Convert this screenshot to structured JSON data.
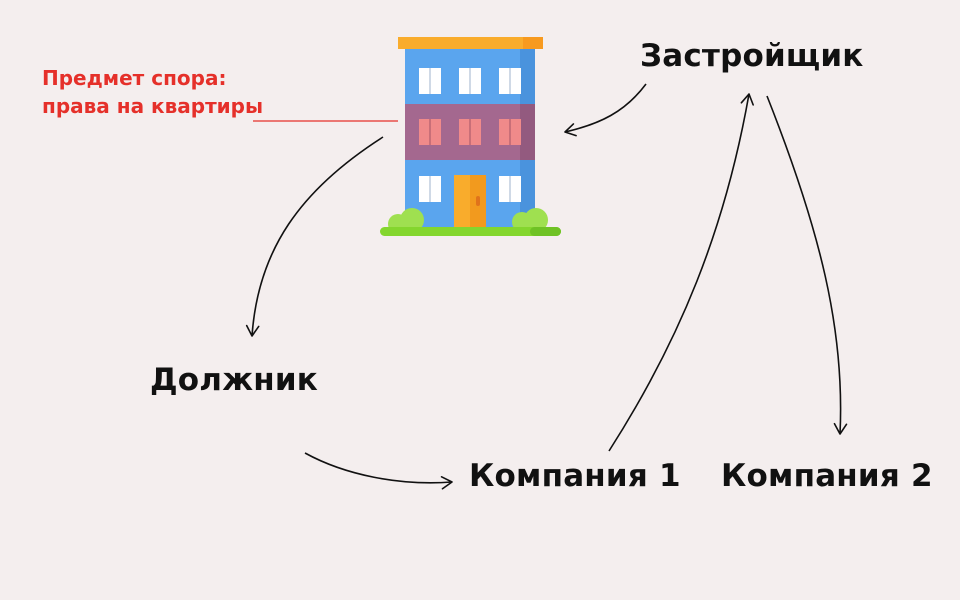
{
  "nodes": {
    "developer": "Застройщик",
    "debtor": "Должник",
    "company1": "Компания 1",
    "company2": "Компания 2"
  },
  "dispute_label": {
    "line1": "Предмет спора:",
    "line2": "права на квартиры"
  },
  "colors": {
    "background": "#f4eeee",
    "text": "#111111",
    "accent_red": "#e5302a",
    "building_blue": "#5aa5ee",
    "building_mauve": "#a4688f",
    "roof_orange": "#f9ac2c",
    "door_orange": "#f9ac2c",
    "grass_green": "#84d62e"
  },
  "icons": {
    "building": "apartment-building-icon"
  },
  "edges": [
    {
      "from": "developer",
      "to": "building"
    },
    {
      "from": "building",
      "to": "debtor"
    },
    {
      "from": "debtor",
      "to": "company1"
    },
    {
      "from": "company1",
      "to": "developer"
    },
    {
      "from": "developer",
      "to": "company2"
    }
  ]
}
